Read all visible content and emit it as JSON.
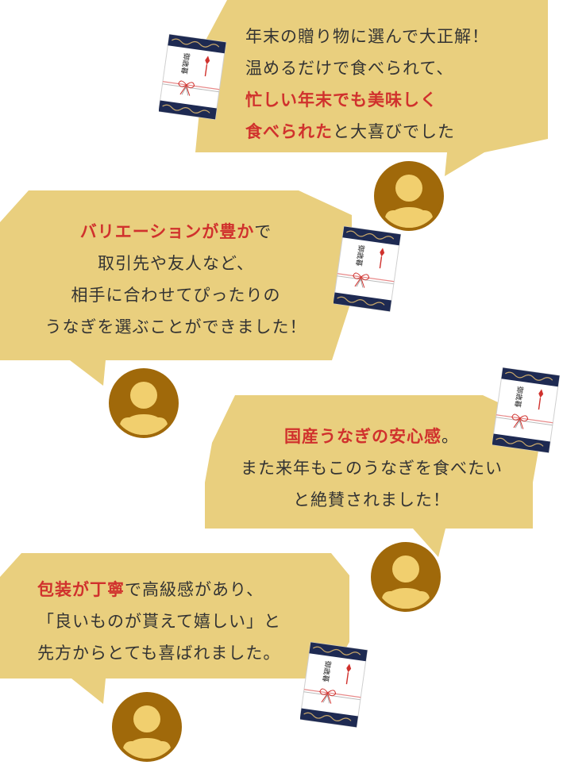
{
  "colors": {
    "bubble": "#e9cf7e",
    "highlight": "#d0312d",
    "text": "#333333",
    "avatar_ring": "#a0690a",
    "avatar_fill": "#f1cf6e",
    "card_navy": "#1e2a52"
  },
  "testimonials": [
    {
      "lines": [
        [
          {
            "t": "年末の贈り物に選んで大正解！"
          }
        ],
        [
          {
            "t": "温めるだけで食べられて、"
          }
        ],
        [
          {
            "t": "忙しい年末でも美味しく",
            "hl": true
          }
        ],
        [
          {
            "t": "食べられた",
            "hl": true
          },
          {
            "t": "と大喜びでした"
          }
        ]
      ]
    },
    {
      "lines": [
        [
          {
            "t": "バリエーションが豊か",
            "hl": true
          },
          {
            "t": "で"
          }
        ],
        [
          {
            "t": "取引先や友人など、"
          }
        ],
        [
          {
            "t": "相手に合わせてぴったりの"
          }
        ],
        [
          {
            "t": "うなぎを選ぶことができました！"
          }
        ]
      ]
    },
    {
      "lines": [
        [
          {
            "t": "国産うなぎの安心感",
            "hl": true
          },
          {
            "t": "。"
          }
        ],
        [
          {
            "t": "また来年もこのうなぎを食べたい"
          }
        ],
        [
          {
            "t": "と絶賛されました！"
          }
        ]
      ]
    },
    {
      "lines": [
        [
          {
            "t": "包装が丁寧",
            "hl": true
          },
          {
            "t": "で高級感があり、"
          }
        ],
        [
          {
            "t": "「良いものが貰えて嬉しい」と"
          }
        ],
        [
          {
            "t": "先方からとても喜ばれました。"
          }
        ]
      ]
    }
  ],
  "gift_card": {
    "label": "御歳暮",
    "icon": "noshi-gift-card-icon"
  },
  "avatar": {
    "icon": "user-avatar-icon"
  }
}
